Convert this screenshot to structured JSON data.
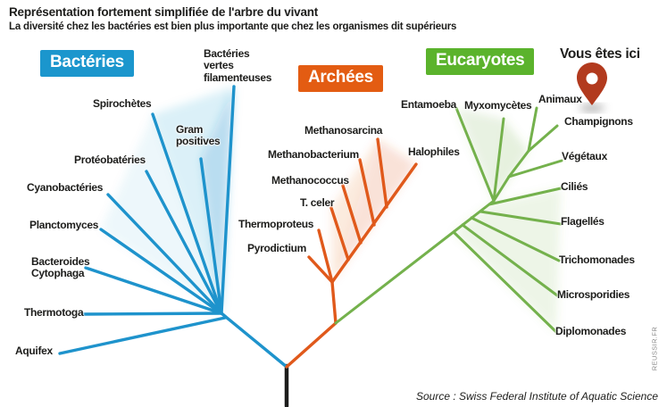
{
  "header": {
    "title": "Représentation fortement simplifiée de l'arbre du vivant",
    "subtitle": "La diversité chez les bactéries est bien plus importante que chez les organismes dit supérieurs"
  },
  "groups": {
    "bacteria": {
      "label": "Bactéries",
      "badge_color": "#1b96cd",
      "line_color": "#1e93cc",
      "taxa": [
        "Spirochètes",
        "Gram\npositives",
        "Bactéries\nvertes\nfilamenteuses",
        "Protéobatéries",
        "Cyanobactéries",
        "Planctomyces",
        "Bacteroides\nCytophaga",
        "Thermotoga",
        "Aquifex"
      ]
    },
    "archaea": {
      "label": "Archées",
      "badge_color": "#e35c12",
      "line_color": "#e0591b",
      "taxa": [
        "Methanosarcina",
        "Methanobacterium",
        "Methanococcus",
        "T. celer",
        "Thermoproteus",
        "Pyrodictium",
        "Halophiles"
      ]
    },
    "eukaryotes": {
      "label": "Eucaryotes",
      "badge_color": "#5bb32c",
      "line_color": "#74b14c",
      "taxa": [
        "Entamoeba",
        "Myxomycètes",
        "Animaux",
        "Champignons",
        "Végétaux",
        "Ciliés",
        "Flagellés",
        "Trichomonades",
        "Microsporidies",
        "Diplomonades"
      ]
    }
  },
  "you_are_here": {
    "label": "Vous êtes ici",
    "pin_color": "#b23a1e",
    "shadow_color": "#8f8f8f"
  },
  "trunk_color": "#1d1d1b",
  "source": "Source : Swiss Federal Institute of Aquatic Science",
  "watermark": "REUSSIR.FR"
}
